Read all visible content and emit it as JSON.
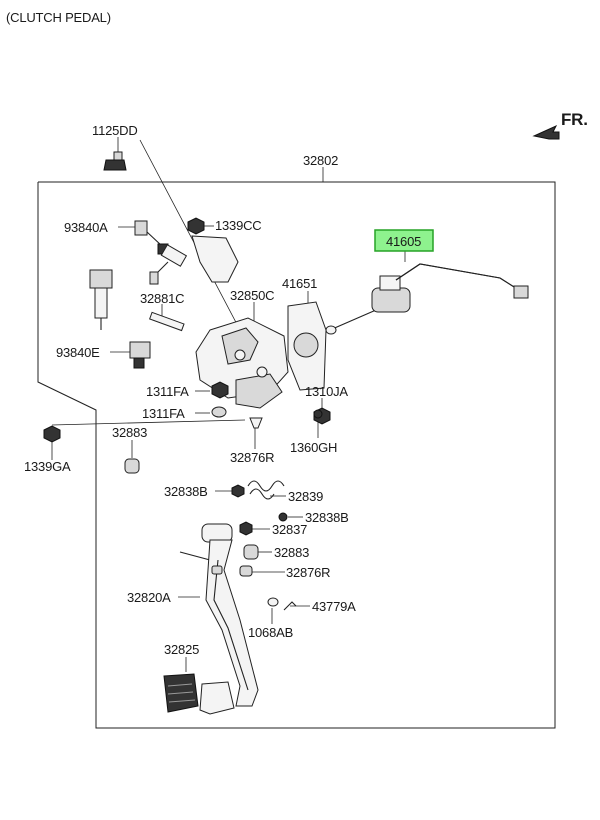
{
  "title": "(CLUTCH PEDAL)",
  "direction_label": "FR.",
  "highlight_color": "#8ef28e",
  "parts": {
    "p32802": "32802",
    "p1125DD": "1125DD",
    "p93840A": "93840A",
    "p1339CC": "1339CC",
    "p41605": "41605",
    "p41651": "41651",
    "p32881C": "32881C",
    "p32850C": "32850C",
    "p93840E": "93840E",
    "p1311FA_a": "1311FA",
    "p1311FA_b": "1311FA",
    "p1310JA": "1310JA",
    "p1360GH": "1360GH",
    "p32883_a": "32883",
    "p32876R_a": "32876R",
    "p1339GA": "1339GA",
    "p32838B_a": "32838B",
    "p32839": "32839",
    "p32838B_b": "32838B",
    "p32837": "32837",
    "p32883_b": "32883",
    "p32876R_b": "32876R",
    "p32820A": "32820A",
    "p43779A": "43779A",
    "p1068AB": "1068AB",
    "p32825": "32825"
  }
}
